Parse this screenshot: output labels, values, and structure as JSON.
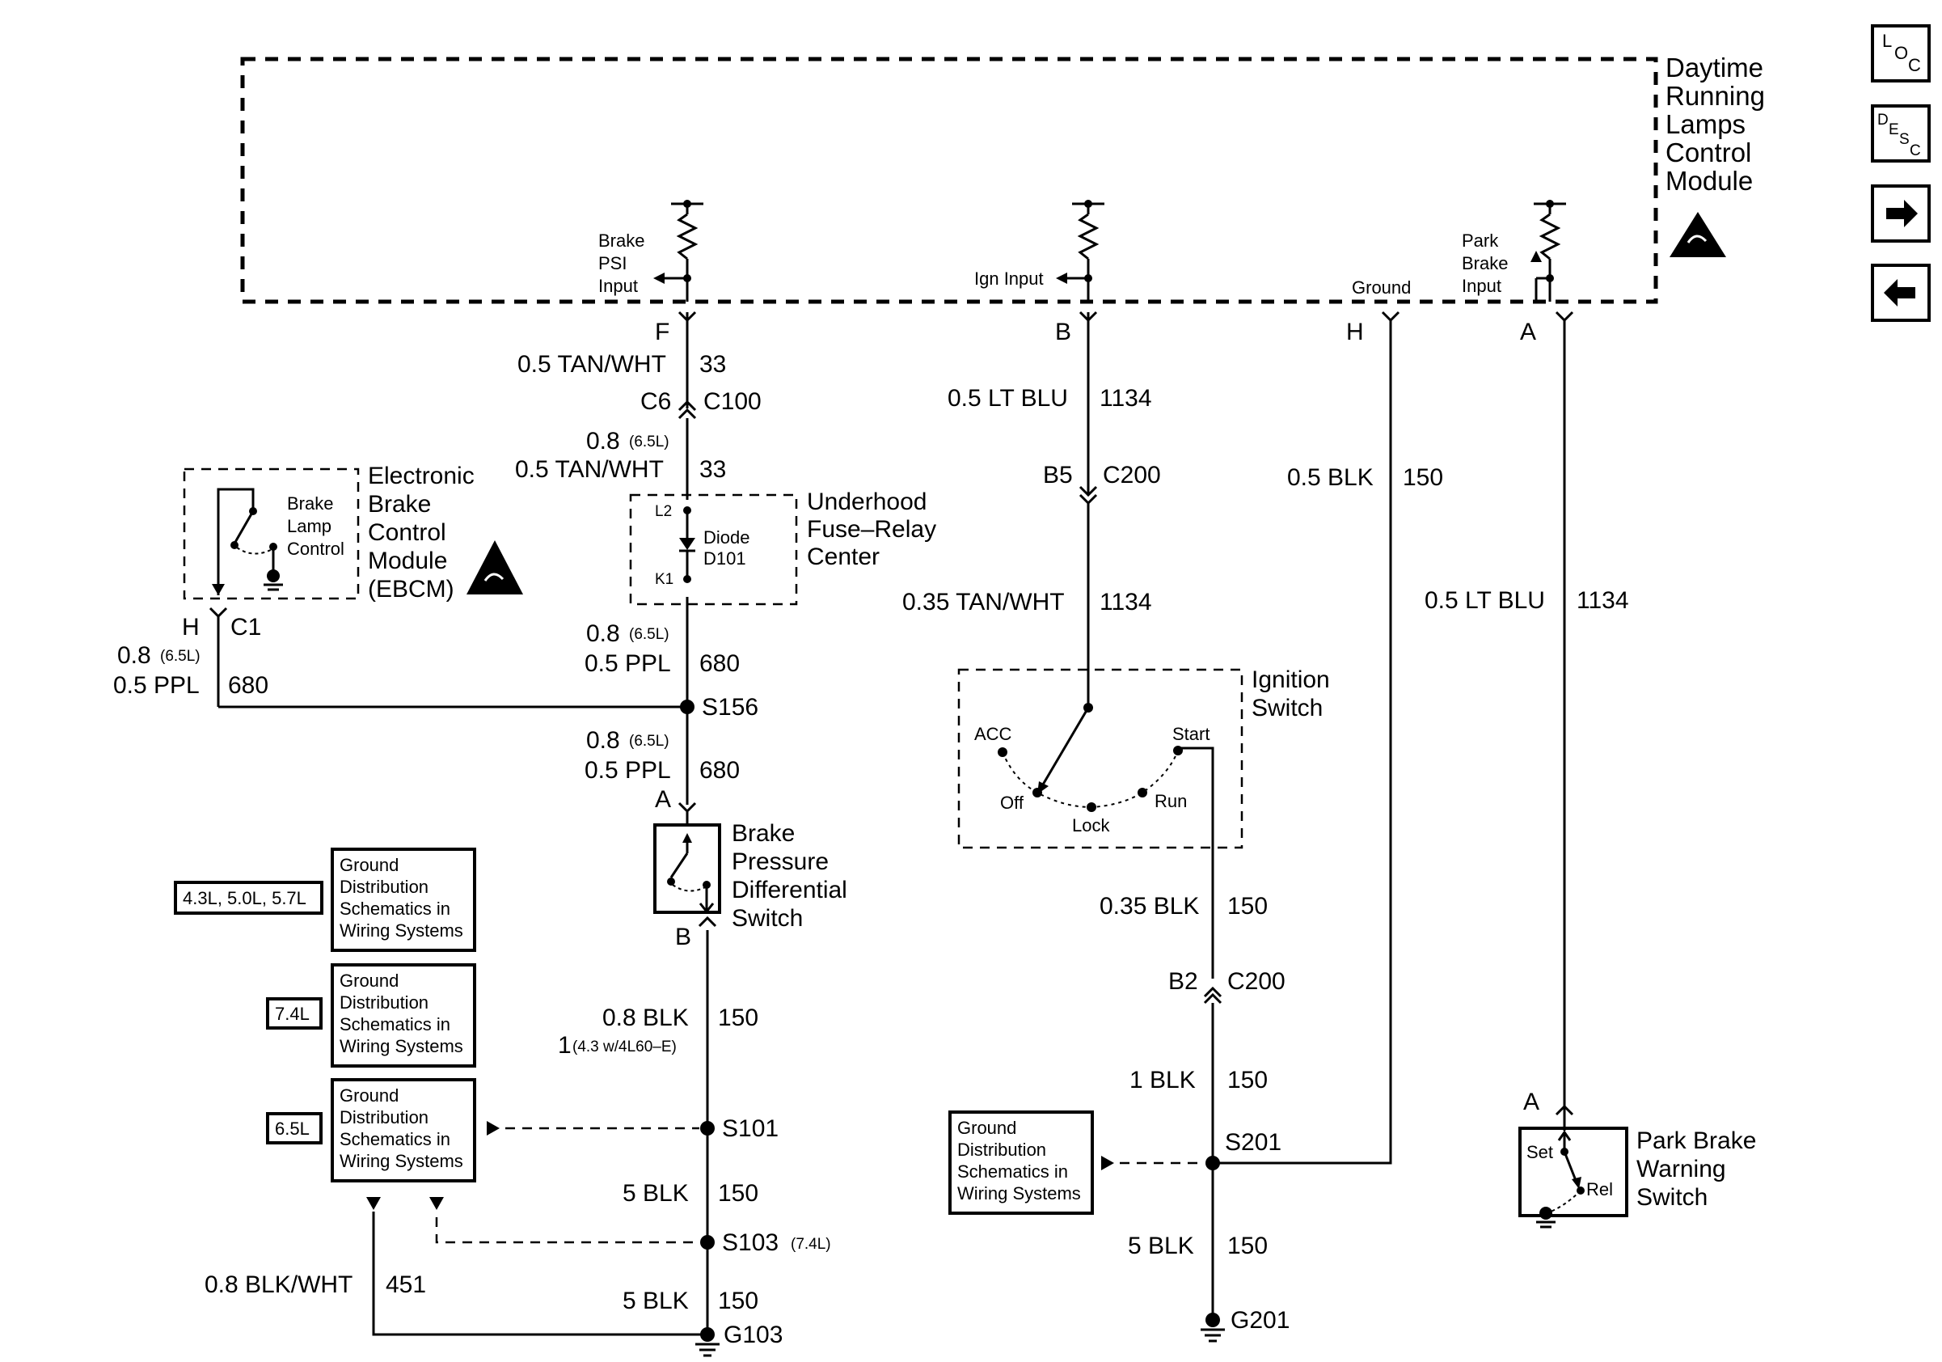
{
  "nav": {
    "loc": "LOC",
    "desc": "DESC",
    "forward": "arrow-right-icon",
    "back": "arrow-left-icon"
  },
  "drl_module": {
    "title": [
      "Daytime",
      "Running",
      "Lamps",
      "Control",
      "Module"
    ],
    "pins": {
      "brake_psi": [
        "Brake",
        "PSI",
        "Input"
      ],
      "ign": "Ign Input",
      "ground": "Ground",
      "park": [
        "Park",
        "Brake",
        "Input"
      ]
    },
    "pin_letters": {
      "f": "F",
      "b": "B",
      "h": "H",
      "a": "A"
    }
  },
  "col1": {
    "w1_size": "0.5 TAN/WHT",
    "w1_num": "33",
    "conn_c6": "C6",
    "conn_c100": "C100",
    "w2_alt": "0.8",
    "w2_alt_note": "(6.5L)",
    "w2_size": "0.5 TAN/WHT",
    "w2_num": "33",
    "fuse_center": [
      "Underhood",
      "Fuse–Relay",
      "Center"
    ],
    "diode": [
      "Diode",
      "D101"
    ],
    "l2": "L2",
    "k1": "K1",
    "w3_alt": "0.8",
    "w3_alt_note": "(6.5L)",
    "w3_size": "0.5 PPL",
    "w3_num": "680",
    "splice_s156": "S156",
    "w4_alt": "0.8",
    "w4_alt_note": "(6.5L)",
    "w4_size": "0.5 PPL",
    "w4_num": "680",
    "pin_a": "A",
    "pin_b": "B",
    "brake_switch": [
      "Brake",
      "Pressure",
      "Differential",
      "Switch"
    ],
    "w5_size": "0.8 BLK",
    "w5_num": "150",
    "w5_note_1": "1",
    "w5_note": "(4.3 w/4L60–E)",
    "splice_s101": "S101",
    "w6_size": "5 BLK",
    "w6_num": "150",
    "splice_s103": "S103",
    "s103_note": "(7.4L)",
    "w7_size": "5 BLK",
    "w7_num": "150",
    "w8_size": "0.8 BLK/WHT",
    "w8_num": "451",
    "ground_g103": "G103"
  },
  "ebcm": {
    "title": [
      "Electronic",
      "Brake",
      "Control",
      "Module",
      "(EBCM)"
    ],
    "inner": [
      "Brake",
      "Lamp",
      "Control"
    ],
    "pin_h": "H",
    "conn": "C1",
    "w_alt": "0.8",
    "w_alt_note": "(6.5L)",
    "w_size": "0.5 PPL",
    "w_num": "680"
  },
  "gd_boxes": [
    {
      "tag": "4.3L, 5.0L, 5.7L",
      "lines": [
        "Ground",
        "Distribution",
        "Schematics in",
        "Wiring Systems"
      ]
    },
    {
      "tag": "7.4L",
      "lines": [
        "Ground",
        "Distribution",
        "Schematics in",
        "Wiring Systems"
      ]
    },
    {
      "tag": "6.5L",
      "lines": [
        "Ground",
        "Distribution",
        "Schematics in",
        "Wiring Systems"
      ]
    }
  ],
  "col2": {
    "w1_size": "0.5 LT BLU",
    "w1_num": "1134",
    "conn_b5": "B5",
    "conn_c200": "C200",
    "w2_size": "0.35 TAN/WHT",
    "w2_num": "1134",
    "ign_switch": [
      "Ignition",
      "Switch"
    ],
    "positions": {
      "acc": "ACC",
      "off": "Off",
      "lock": "Lock",
      "run": "Run",
      "start": "Start"
    },
    "w3_size": "0.35 BLK",
    "w3_num": "150",
    "conn_b2": "B2",
    "conn_c200b": "C200",
    "w4_size": "1 BLK",
    "w4_num": "150",
    "splice_s201": "S201",
    "w5_size": "5 BLK",
    "w5_num": "150",
    "ground_g201": "G201",
    "gd_box": [
      "Ground",
      "Distribution",
      "Schematics in",
      "Wiring Systems"
    ]
  },
  "col3": {
    "w_size": "0.5 BLK",
    "w_num": "150"
  },
  "col4": {
    "w_size": "0.5 LT BLU",
    "w_num": "1134",
    "pin_a": "A",
    "switch": [
      "Park Brake",
      "Warning",
      "Switch"
    ],
    "set": "Set",
    "rel": "Rel"
  }
}
